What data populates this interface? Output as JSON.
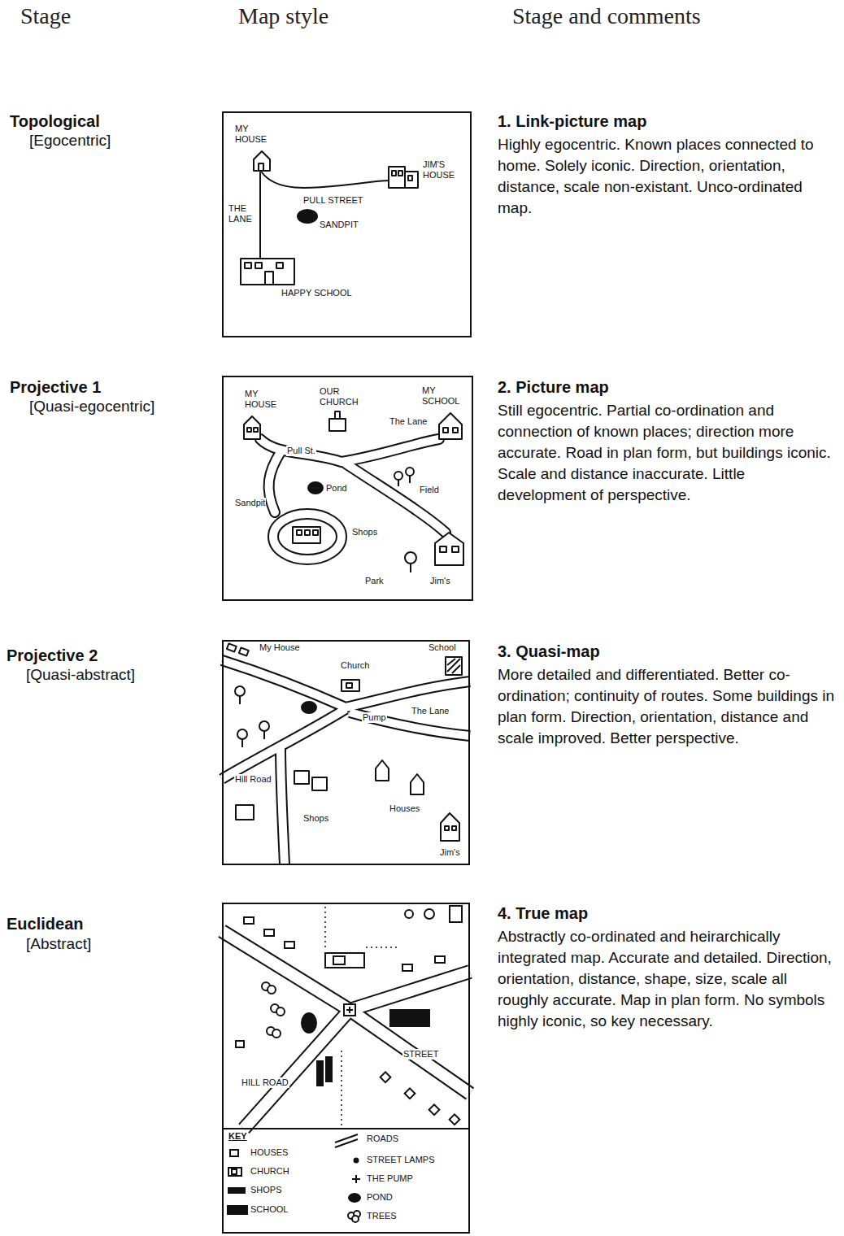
{
  "diagram": {
    "nodes": [
      {
        "text": [
          "MY HOUSE",
          "PULL STREET",
          "JIM'S HOUSE",
          "THE LANE",
          "SANDPIT",
          "HAPPY SCHOOL"
        ]
      },
      {
        "text": [
          "MY HOUSE",
          "OUR CHURCH",
          "MY SCHOOL",
          "Pull St.",
          "The Lane",
          "Field",
          "Sandpit",
          "Pond",
          "Shops",
          "Park",
          "Jim's"
        ]
      },
      {
        "text": [
          "My House",
          "Church",
          "School",
          "Pump",
          "The Lane",
          "Hill Road",
          "Shops",
          "Houses",
          "Jim's"
        ]
      },
      {
        "text": [
          "HILL ROAD",
          "STREET"
        ]
      }
    ],
    "labels": [
      "Stage",
      "Map style",
      "Stage and comments",
      "Topological",
      "[Egocentric]",
      "1. Link-picture map",
      "Highly egocentric. Known places connected to home. Solely iconic. Direction, orientation, distance, scale non-existant. Unco-ordinated map.",
      "Projective 1",
      "[Quasi-egocentric]",
      "2. Picture map",
      "Still egocentric. Partial co-ordination and connection of known places; direction more accurate. Road in plan form, but buildings iconic. Scale and distance inaccurate. Little development of perspective.",
      "Projective 2",
      "[Quasi-abstract]",
      "3. Quasi-map",
      "More detailed and differentiated. Better co-ordination; continuity of routes. Some buildings in plan form. Direction, orientation, distance and scale improved. Better perspective.",
      "Euclidean",
      "[Abstract]",
      "4. True map",
      "Abstractly co-ordinated and heirarchically integrated map. Accurate and detailed. Direction, orientation, distance, shape, size, scale all roughly accurate. Map in plan form. No symbols highly iconic, so key necessary.",
      "KEY"
    ],
    "legend": [
      {
        "text": "HOUSES"
      },
      {
        "text": "CHURCH"
      },
      {
        "text": "SHOPS"
      },
      {
        "text": "SCHOOL"
      },
      {
        "text": "ROADS"
      },
      {
        "text": "STREET LAMPS"
      },
      {
        "text": "THE PUMP"
      },
      {
        "text": "POND"
      },
      {
        "text": "TREES"
      }
    ]
  }
}
